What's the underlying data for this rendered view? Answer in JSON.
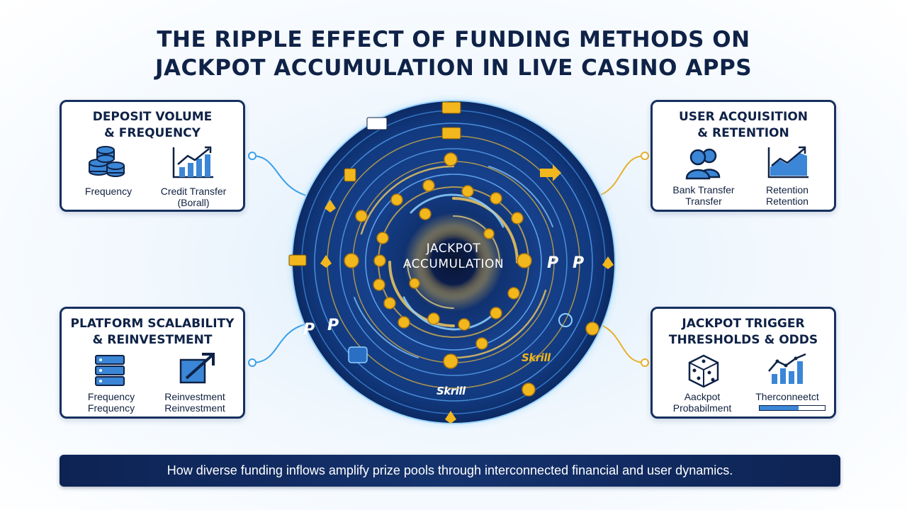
{
  "title": {
    "line1": "THE RIPPLE EFFECT OF FUNDING METHODS ON",
    "line2": "JACKPOT ACCUMULATION IN LIVE CASINO APPS"
  },
  "center": {
    "line1": "JACKPOT",
    "line2": "ACCUMULATION"
  },
  "cards": {
    "deposit": {
      "title_line1": "DEPOSIT VOLUME",
      "title_line2": "& FREQUENCY",
      "left_label": "Frequency",
      "right_label_line1": "Credit Transfer",
      "right_label_line2": "(Borall)",
      "left_icon": "coin-stack-icon",
      "right_icon": "bar-chart-growth-icon"
    },
    "acquisition": {
      "title_line1": "USER ACQUISITION",
      "title_line2": "& RETENTION",
      "left_label_line1": "Bank Transfer",
      "left_label_line2": "Transfer",
      "right_label_line1": "Retention",
      "right_label_line2": "Retention",
      "left_icon": "users-icon",
      "right_icon": "area-chart-growth-icon"
    },
    "platform": {
      "title_line1": "PLATFORM SCALABILITY",
      "title_line2": "& REINVESTMENT",
      "left_label_line1": "Frequency",
      "left_label_line2": "Frequency",
      "right_label_line1": "Reinvestment",
      "right_label_line2": "Reinvestment",
      "left_icon": "server-stack-icon",
      "right_icon": "arrow-up-right-box-icon"
    },
    "trigger": {
      "title_line1": "JACKPOT TRIGGER",
      "title_line2": "THRESHOLDS & ODDS",
      "left_label_line1": "Aackpot",
      "left_label_line2": "Probabilment",
      "right_label": "Therconneetct",
      "left_icon": "dice-icon",
      "right_icon": "bar-chart-line-icon",
      "progress": 0.6
    }
  },
  "brands": {
    "skrill": "Skrill"
  },
  "footer": {
    "text": "How diverse funding inflows amplify prize pools through interconnected financial and user dynamics."
  },
  "colors": {
    "navy": "#0f2247",
    "card_border": "#16305e",
    "gold": "#f2b71d",
    "accent_blue": "#3aa0e8",
    "vortex_dark": "#0a1c45"
  }
}
